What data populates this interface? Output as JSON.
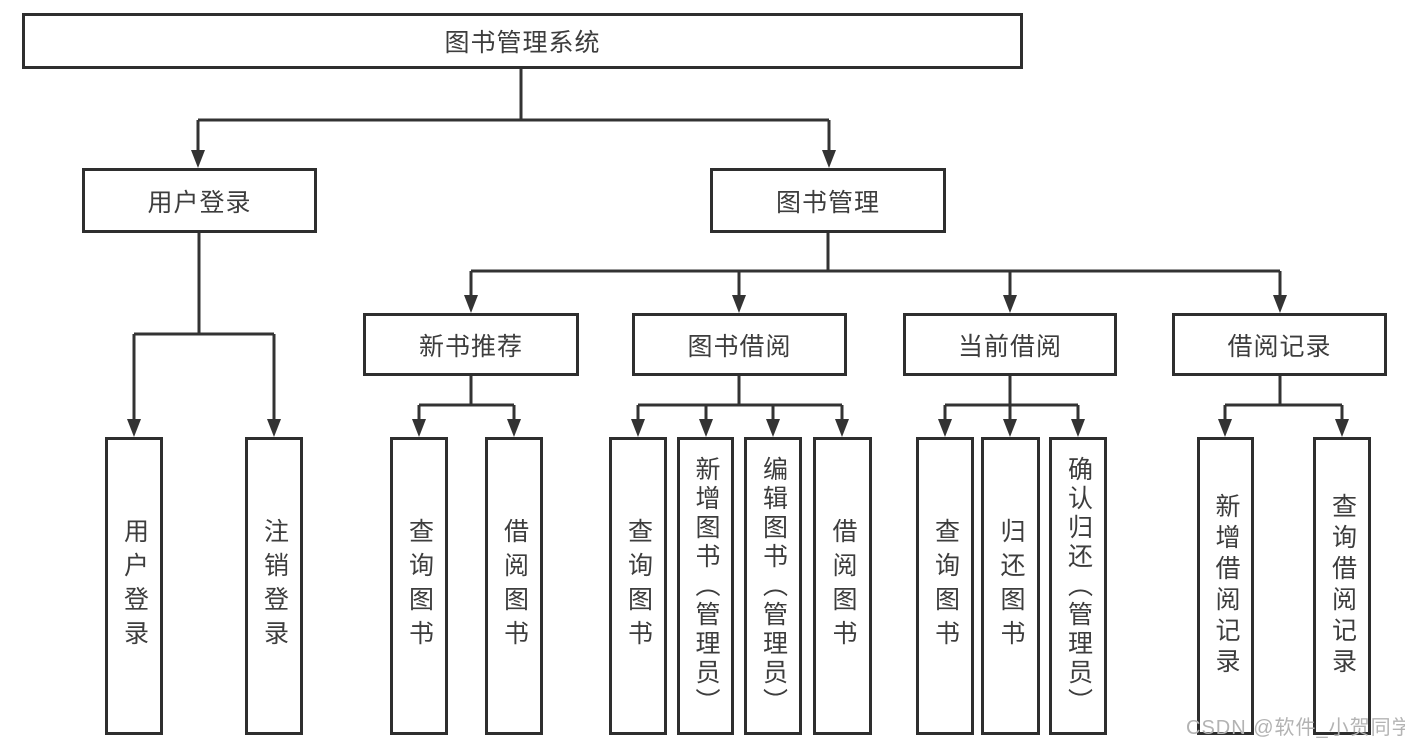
{
  "tree": {
    "label": "图书管理系统",
    "children": [
      {
        "label": "用户登录",
        "children": [
          {
            "label": "用户登录"
          },
          {
            "label": "注销登录"
          }
        ]
      },
      {
        "label": "图书管理",
        "children": [
          {
            "label": "新书推荐",
            "children": [
              {
                "label": "查询图书"
              },
              {
                "label": "借阅图书"
              }
            ]
          },
          {
            "label": "图书借阅",
            "children": [
              {
                "label": "查询图书"
              },
              {
                "label": "新增图书（管理员）"
              },
              {
                "label": "编辑图书（管理员）"
              },
              {
                "label": "借阅图书"
              }
            ]
          },
          {
            "label": "当前借阅",
            "children": [
              {
                "label": "查询图书"
              },
              {
                "label": "归还图书"
              },
              {
                "label": "确认归还（管理员）"
              }
            ]
          },
          {
            "label": "借阅记录",
            "children": [
              {
                "label": "新增借阅记录"
              },
              {
                "label": "查询借阅记录"
              }
            ]
          }
        ]
      }
    ]
  },
  "colors": {
    "line": "#333333",
    "border": "#2e2e2e",
    "text": "#3d3d3d",
    "watermark": "#b3b3b3"
  },
  "watermark": {
    "text": "CSDN @软件_小贺同学"
  }
}
